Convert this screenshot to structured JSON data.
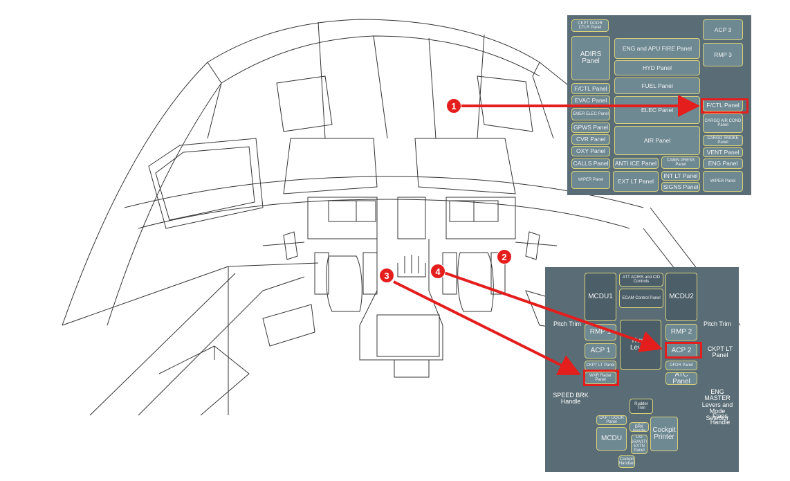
{
  "overhead": {
    "ckpt_door_ctlr": "CKPT DOOR CTLR Panel",
    "acp3": "ACP 3",
    "eng_apu_fire": "ENG and APU FIRE Panel",
    "rmp3": "RMP 3",
    "adirs": "ADIRS Panel",
    "hyd": "HYD Panel",
    "fuel": "FUEL Panel",
    "fctl_left": "F/CTL Panel",
    "evac": "EVAC Panel",
    "elec": "ELEC Panel",
    "fctl_right": "F/CTL Panel",
    "emer_elec": "EMER ELEC Panel",
    "cargo_air_cond": "CARGO AIR COND Panel",
    "gpws": "GPWS Panel",
    "cvr": "CVR Panel",
    "air": "AIR Panel",
    "cargo_smoke": "CARGO SMOKE Panel",
    "oxy": "OXY Panel",
    "vent": "VENT Panel",
    "calls": "CALLS Panel",
    "anti_ice": "ANTI ICE Panel",
    "cabin_press": "CABIN PRESS Panel",
    "eng": "ENG Panel",
    "wiper_left": "WIPER Panel",
    "ext_lt": "EXT LT Panel",
    "int_lt": "INT LT Panel",
    "signs": "SIGNS Panel",
    "wiper_right": "WIPER Panel"
  },
  "pedestal": {
    "att_adirs": "ATT ADIRS and CID Controls",
    "mcdu1": "MCDU1",
    "ecam_control": "ECAM Control Panel",
    "mcdu2": "MCDU2",
    "pitch_trim_left": "Pitch Trim",
    "pitch_trim_right": "Pitch Trim",
    "rmp1": "RMP 1",
    "rmp2": "RMP 2",
    "thrust_levers": "Thrust Levers",
    "acp1": "ACP 1",
    "acp2": "ACP 2",
    "ckpt_lt_callout": "CKPT LT Panel",
    "ckpt_lt_small": "CKPT LT Panel",
    "dfdr": "DFDR Panel",
    "wxr_radar": "WXR Radar Panel",
    "atc": "ATC Panel",
    "speed_brk": "SPEED BRK Handle",
    "eng_master": "ENG MASTER Levers and Mode Selector",
    "rudder_trim": "Rudder Trim",
    "flaps": "Flaps Handle",
    "ckpt_door": "CKPT DOOR Panel",
    "park_brk": "PARK BRK Handle",
    "mcdu3": "MCDU",
    "lg_gravity": "L/G GRAVITY EXTN Panel",
    "cockpit_printer": "Cockpit Printer",
    "cockpit_handset": "Cockpit Handset"
  },
  "callouts": {
    "c1": "1",
    "c2": "2",
    "c3": "3",
    "c4": "4"
  },
  "colors": {
    "highlight": "#e41d1d",
    "panel_bg": "#5a6d76",
    "panel_border": "#d9d27a"
  }
}
